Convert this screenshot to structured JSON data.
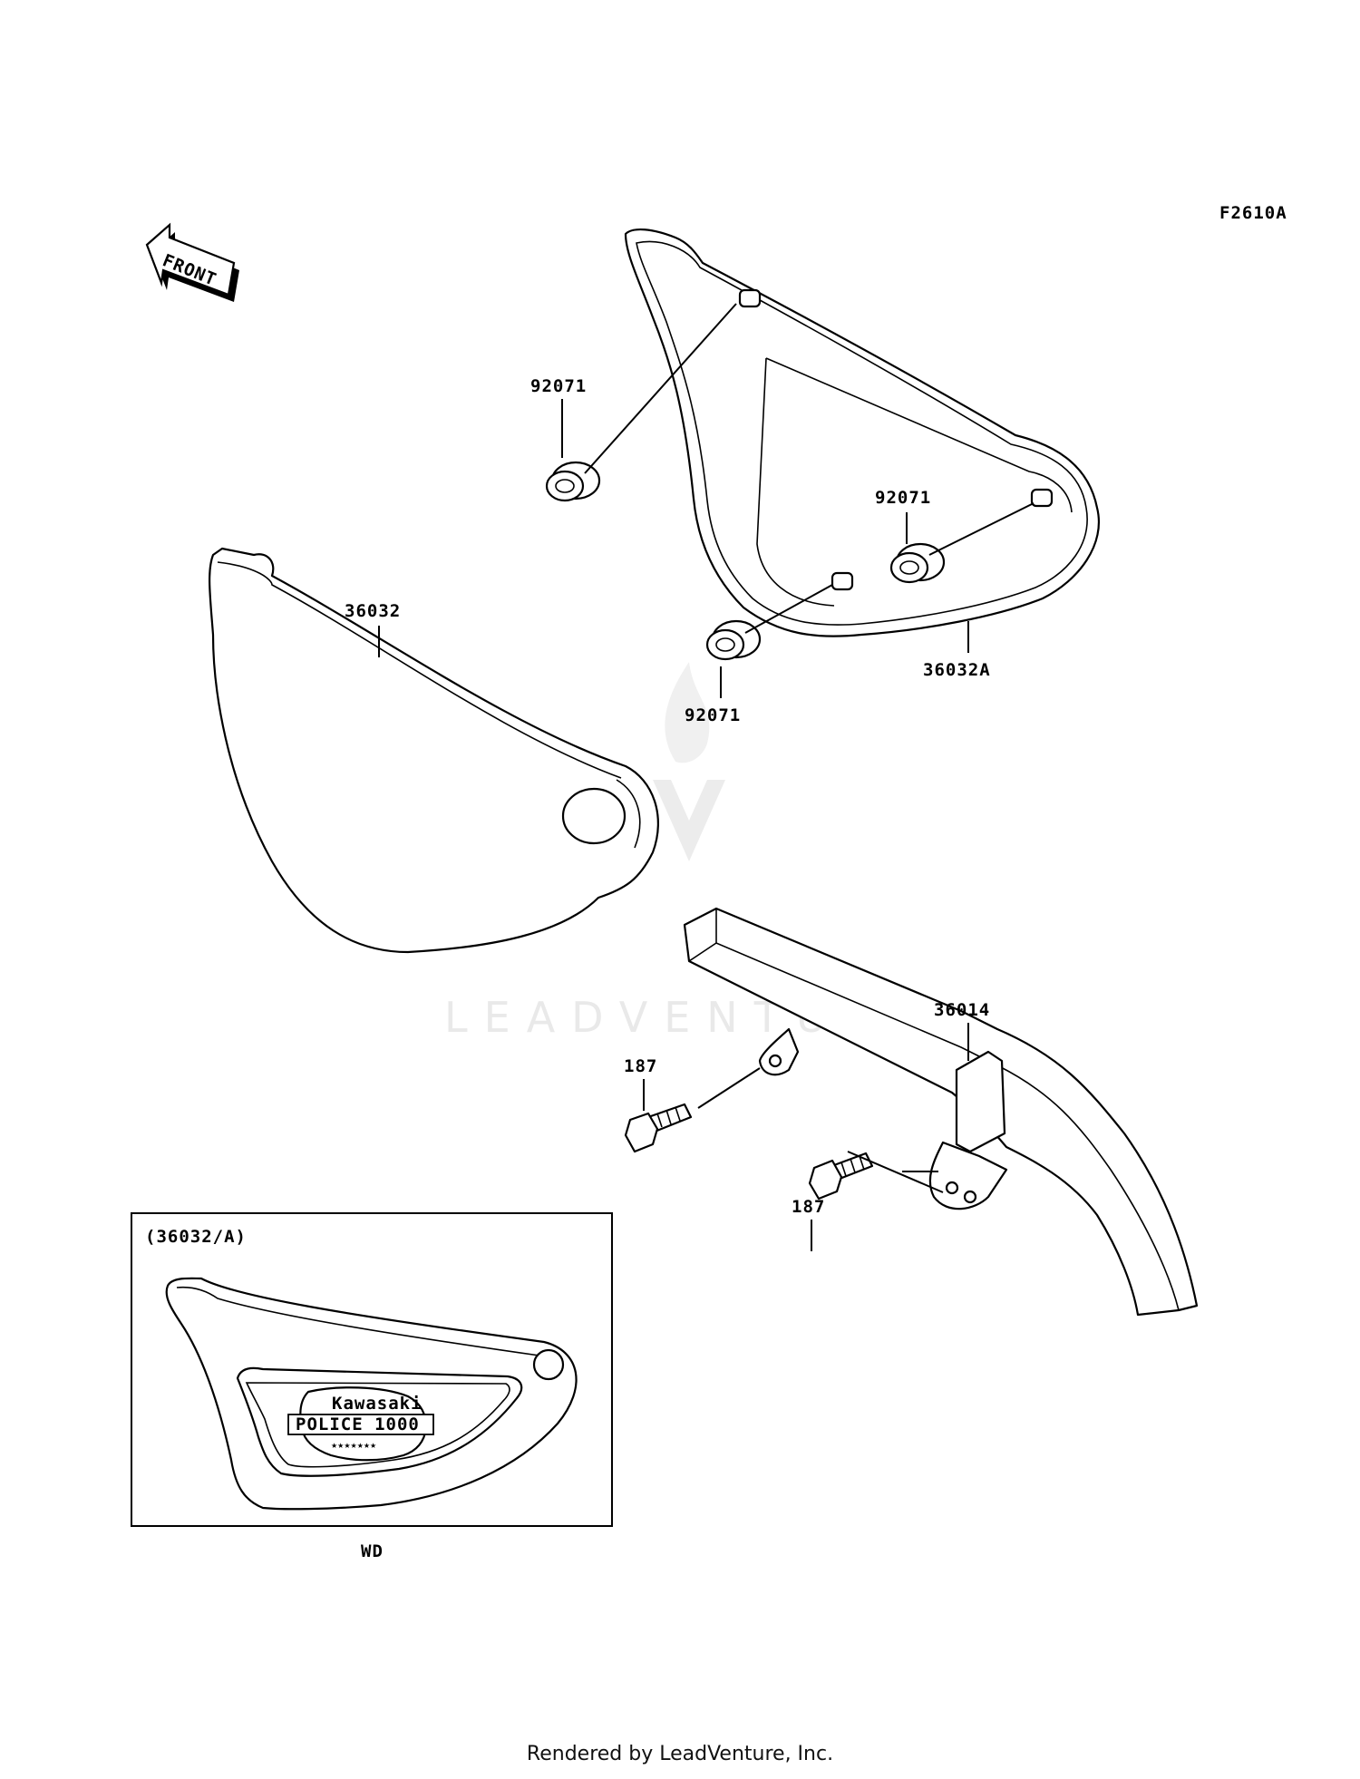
{
  "diagram_code": "F2610A",
  "front_label": "FRONT",
  "parts": {
    "grommet_1": "92071",
    "grommet_2": "92071",
    "grommet_3": "92071",
    "cover_left": "36032",
    "cover_right": "36032A",
    "chain_case": "36014",
    "bolt_1": "187",
    "bolt_2": "187"
  },
  "inset": {
    "title": "(36032/A)",
    "caption": "WD",
    "emblem_brand": "Kawasaki",
    "emblem_model": "POLICE 1000",
    "emblem_stars": "★★★★★★★"
  },
  "watermark": "LEADVENTURE",
  "footer": "Rendered by LeadVenture, Inc."
}
